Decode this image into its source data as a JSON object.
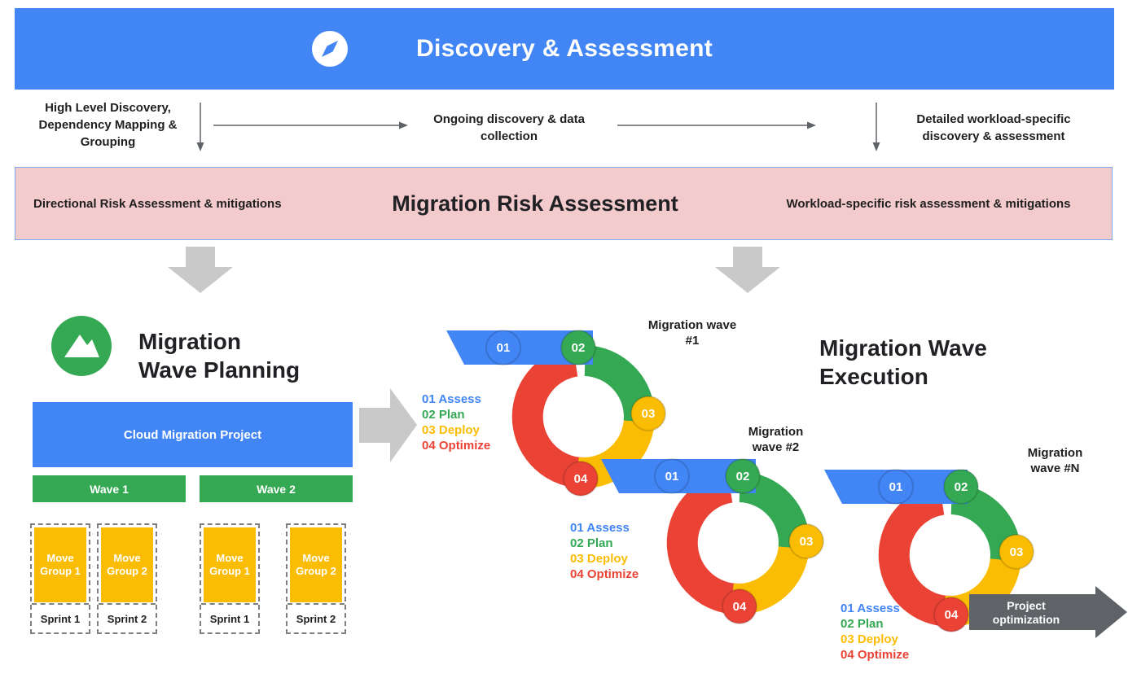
{
  "colors": {
    "blue": "#4285F4",
    "green": "#34A853",
    "yellow": "#FBBC04",
    "red": "#EA4335",
    "pink": "#F4CBCC",
    "block_arrow": "#C9C9C9",
    "dark_arrow": "#5F6368"
  },
  "header": {
    "title": "Discovery & Assessment"
  },
  "discovery_row": {
    "left": "High Level Discovery, Dependency Mapping & Grouping",
    "center": "Ongoing discovery & data collection",
    "right": "Detailed workload-specific discovery & assessment"
  },
  "risk_banner": {
    "left": "Directional Risk Assessment & mitigations",
    "title": "Migration Risk Assessment",
    "right": "Workload-specific risk assessment & mitigations"
  },
  "planning": {
    "title": "Migration Wave Planning",
    "project": "Cloud Migration Project",
    "waves": [
      {
        "label": "Wave 1"
      },
      {
        "label": "Wave 2"
      }
    ],
    "move_groups": [
      {
        "label": "Move Group 1",
        "sprint": "Sprint 1"
      },
      {
        "label": "Move Group 2",
        "sprint": "Sprint 2"
      },
      {
        "label": "Move Group 1",
        "sprint": "Sprint 1"
      },
      {
        "label": "Move Group 2",
        "sprint": "Sprint 2"
      }
    ]
  },
  "execution": {
    "title": "Migration Wave Execution",
    "wave_labels": [
      "Migration wave #1",
      "Migration wave #2",
      "Migration wave #N"
    ],
    "steps": [
      "01",
      "02",
      "03",
      "04"
    ],
    "legend": [
      {
        "num": "01",
        "name": "Assess",
        "color": "#4285F4"
      },
      {
        "num": "02",
        "name": "Plan",
        "color": "#34A853"
      },
      {
        "num": "03",
        "name": "Deploy",
        "color": "#FBBC04"
      },
      {
        "num": "04",
        "name": "Optimize",
        "color": "#EA4335"
      }
    ],
    "project_optimization": "Project optimization"
  }
}
